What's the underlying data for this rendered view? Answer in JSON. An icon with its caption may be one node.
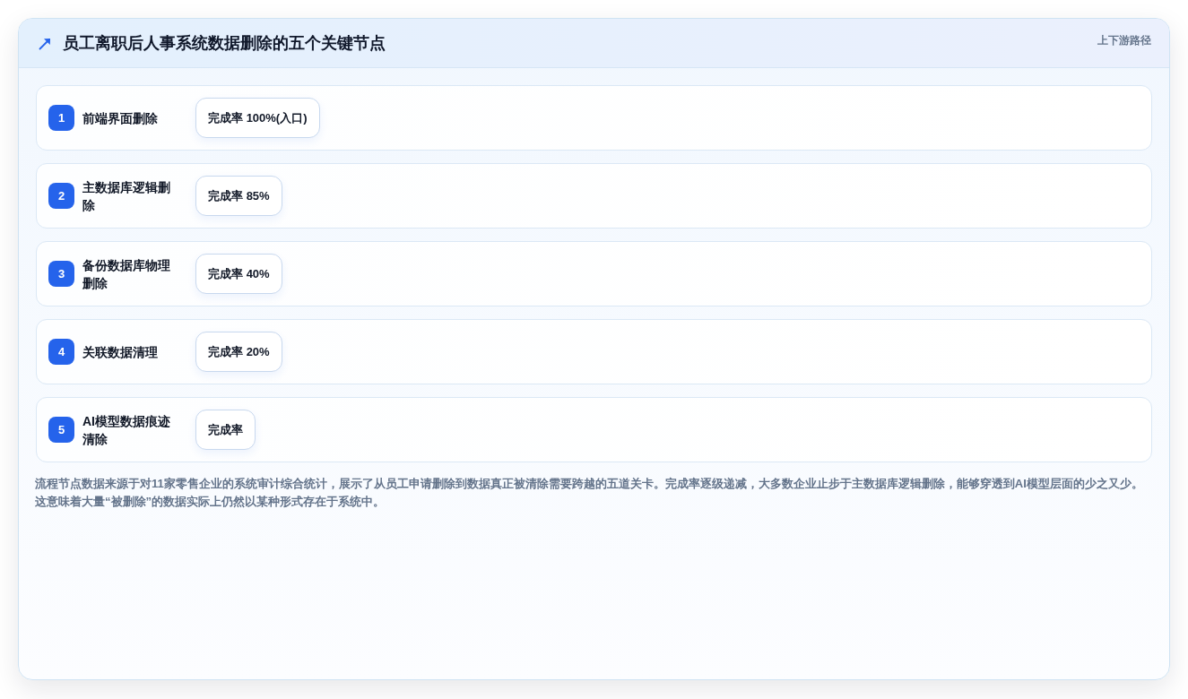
{
  "diagram": {
    "title": "员工离职后人事系统数据删除的五个关键节点",
    "nodes": [
      {
        "text": [
          "前端界面删除"
        ]
      },
      {
        "text": [
          "1"
        ],
        "in": 0
      },
      {
        "text": [
          "完成率 **100%(入口)**"
        ],
        "in": 0
      },
      {
        "text": [
          "主数据库逻辑删除"
        ]
      },
      {
        "text": [
          "2"
        ],
        "in": 3
      },
      {
        "text": [
          "完成率 **85%**"
        ],
        "in": 3
      },
      {
        "text": [
          "备份数据库物理删除"
        ]
      },
      {
        "text": [
          "3"
        ],
        "in": 6
      },
      {
        "text": [
          "完成率 **40%**"
        ],
        "in": 6
      },
      {
        "text": [
          "关联数据清理"
        ]
      },
      {
        "text": [
          "4"
        ],
        "in": 9
      },
      {
        "text": [
          "完成率 **20%**"
        ],
        "in": 9
      },
      {
        "text": [
          "AI模型数据痕迹清除"
        ]
      },
      {
        "text": [
          "5"
        ],
        "in": 12
      },
      {
        "text": [
          "完成率"
        ],
        "in": 12
      }
    ],
    "labels": [
      "上下游路径"
    ],
    "caption": "流程节点数据来源于对11家零售企业的系统审计综合统计，展示了从员工申请删除到数据真正被清除需要跨越的五道关卡。完成率逐级递减，大多数企业止步于主数据库逻辑删除，能够穿透到AI模型层面的少之又少。这意味着大量“被删除”的数据实际上仍然以某种形式存在于系统中。"
  }
}
